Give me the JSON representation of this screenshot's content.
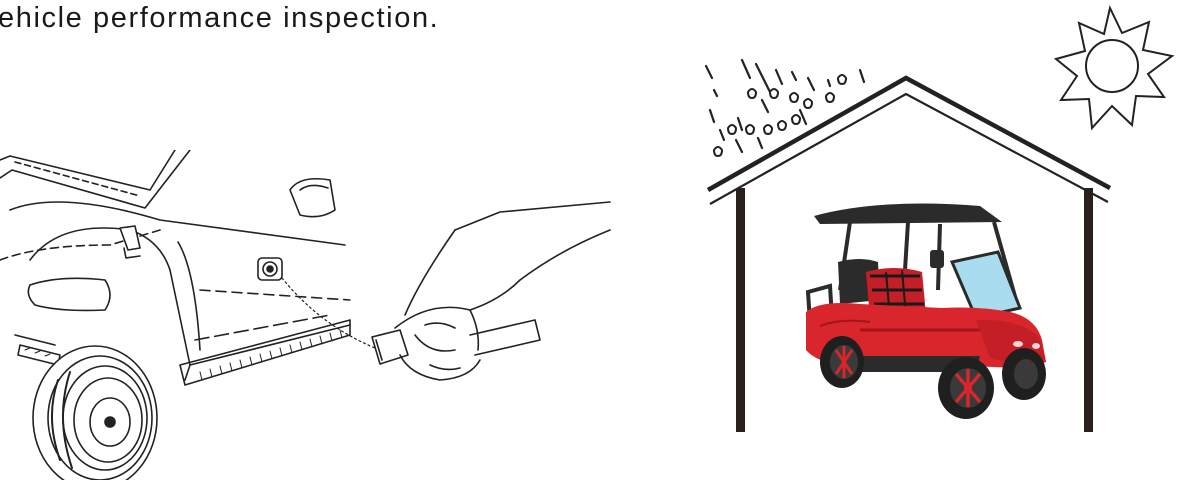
{
  "page": {
    "caption": "ehicle performance inspection."
  },
  "illustrations": {
    "charging": {
      "icon": "charging-cart-illustration"
    },
    "shelter": {
      "icon": "cart-under-shelter-illustration",
      "colors": {
        "cart_body": "#d9252c",
        "canopy": "#2b2b2b",
        "windshield": "#a8dcee",
        "posts": "#2a1f1a"
      }
    }
  }
}
